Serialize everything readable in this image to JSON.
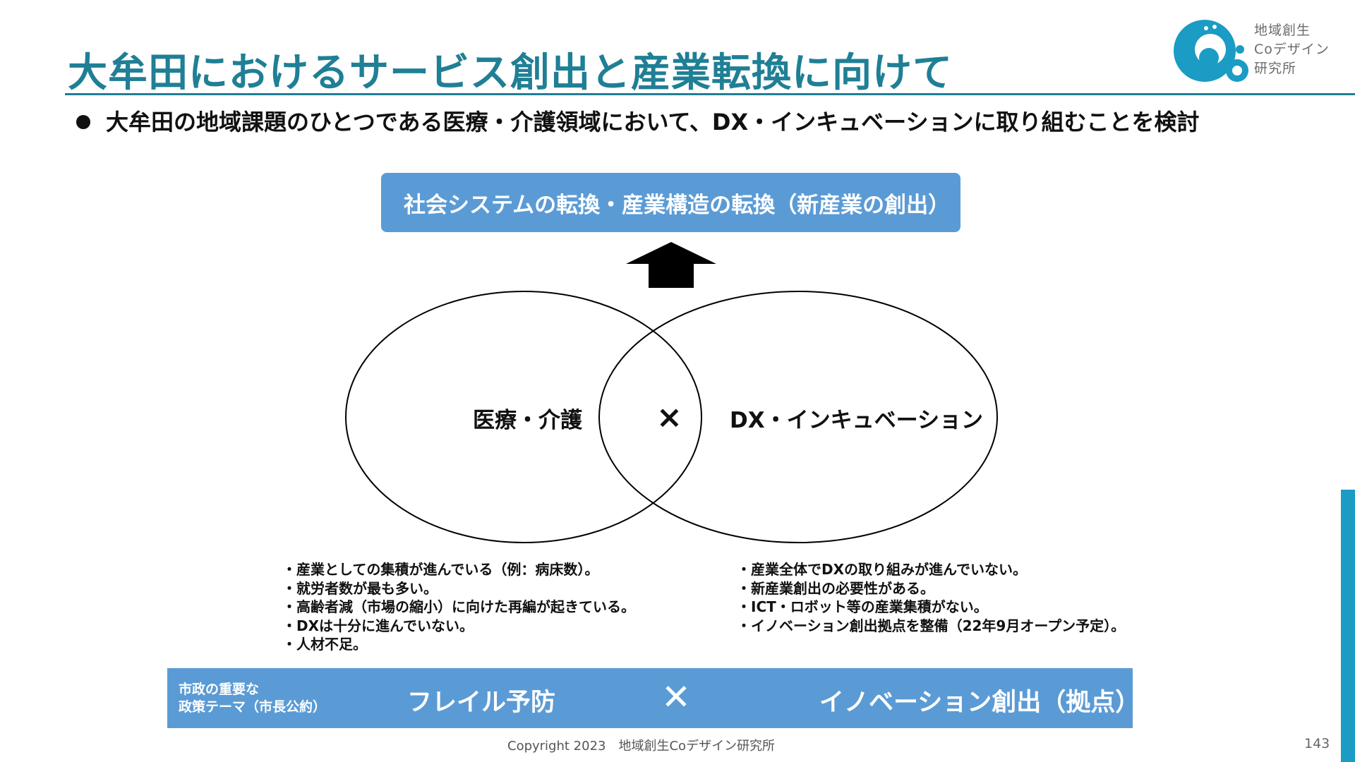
{
  "header": {
    "title": "大牟田におけるサービス創出と産業転換に向けて"
  },
  "logo": {
    "line1": "地域創生",
    "line2": "Coデザイン",
    "line3": "研究所",
    "brand_color": "#1a9cc4"
  },
  "bullet": {
    "text": "大牟田の地域課題のひとつである医療・介護領域において、DX・インキュベーションに取り組むことを検討"
  },
  "diagram": {
    "top_box": "社会システムの転換・産業構造の転換（新産業の創出）",
    "left_circle": "医療・介護",
    "right_circle": "DX・インキュベーション",
    "times": "×",
    "left_notes": [
      "・産業としての集積が進んでいる（例：病床数）。",
      "・就労者数が最も多い。",
      "・高齢者減（市場の縮小）に向けた再編が起きている。",
      "・DXは十分に進んでいない。",
      "・人材不足。"
    ],
    "right_notes": [
      "・産業全体でDXの取り組みが進んでいない。",
      "・新産業創出の必要性がある。",
      "・ICT・ロボット等の産業集積がない。",
      "・イノベーション創出拠点を整備（22年9月オープン予定）。"
    ],
    "box_color": "#5b9bd5"
  },
  "bottom_band": {
    "label_line1": "市政の重要な",
    "label_line2": "政策テーマ（市長公約）",
    "left_item": "フレイル予防",
    "times": "✕",
    "right_item": "イノベーション創出（拠点）"
  },
  "footer": {
    "copyright": "Copyright 2023　地域創生Coデザイン研究所",
    "page_number": "143"
  },
  "colors": {
    "title": "#1f7f95",
    "accent_bar": "#1a9cc4"
  }
}
